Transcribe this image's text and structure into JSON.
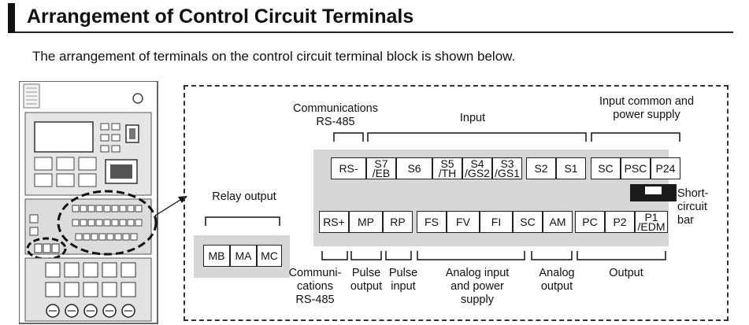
{
  "heading": "Arrangement of Control Circuit Terminals",
  "intro": "The arrangement of terminals on the control circuit terminal block is shown below.",
  "labels": {
    "comm_top": "Communications\nRS-485",
    "input": "Input",
    "input_common": "Input common and\npower supply",
    "relay_output": "Relay output",
    "short_circuit_bar": "Short-\ncircuit\nbar",
    "comm_bottom": "Communi-\ncations\nRS-485",
    "pulse_output": "Pulse\noutput",
    "pulse_input": "Pulse\ninput",
    "analog_input": "Analog input\nand power\nsupply",
    "analog_output": "Analog\noutput",
    "output": "Output"
  },
  "terminals": {
    "top_row": [
      "RS-",
      "S7\n/EB",
      "S6",
      "S5\n/TH",
      "S4\n/GS2",
      "S3\n/GS1",
      "S2",
      "S1",
      "SC",
      "PSC",
      "P24"
    ],
    "bottom_row": [
      "RS+",
      "MP",
      "RP",
      "FS",
      "FV",
      "FI",
      "SC",
      "AM",
      "PC",
      "P2",
      "P1\n/EDM"
    ],
    "relay_row": [
      "MB",
      "MA",
      "MC"
    ]
  },
  "colors": {
    "pad": "#d7d7d7",
    "ink": "#111111"
  }
}
